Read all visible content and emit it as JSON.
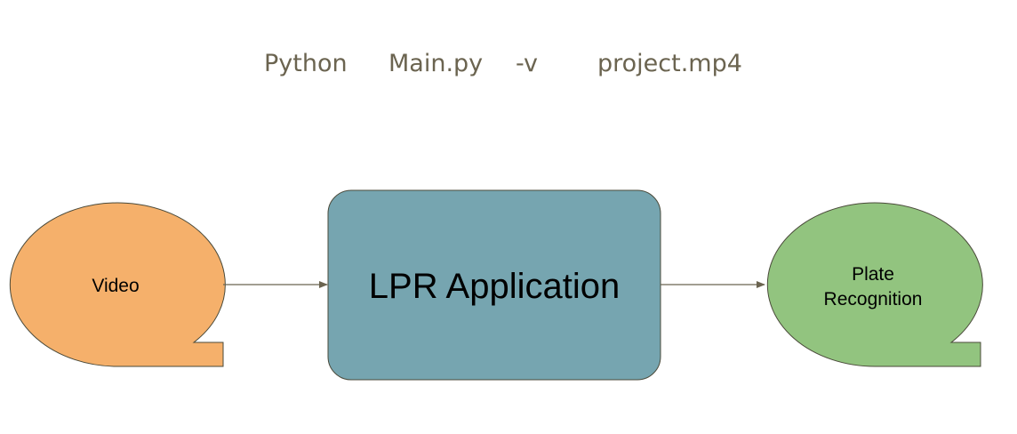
{
  "command": {
    "tokens": [
      "Python",
      "Main.py",
      "-v",
      "project.mp4"
    ]
  },
  "nodes": {
    "video": {
      "label": "Video",
      "color": "#f5b06b"
    },
    "app": {
      "label": "LPR Application",
      "color": "#76a5b0"
    },
    "output": {
      "label_line1": "Plate",
      "label_line2": "Recognition",
      "color": "#92c47f"
    }
  },
  "colors": {
    "command_text": "#6b6450",
    "outline": "#4a4a3a",
    "arrow": "#6b6450"
  }
}
